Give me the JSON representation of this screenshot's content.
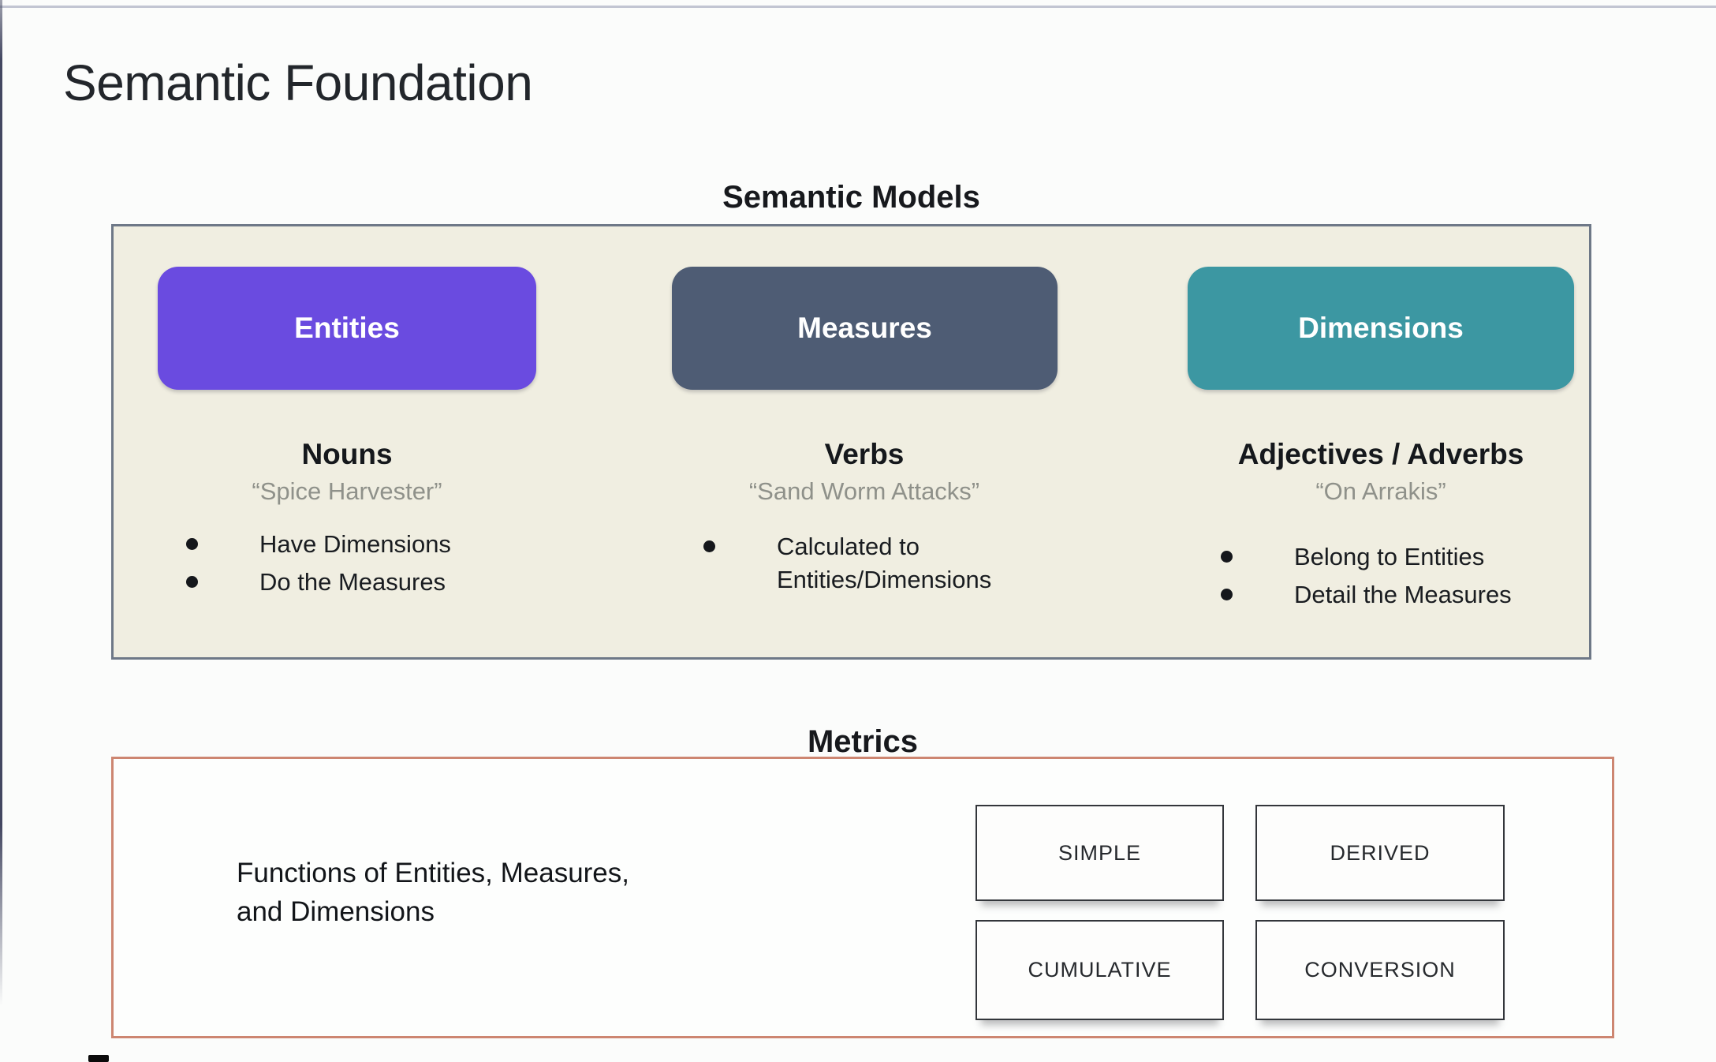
{
  "slide": {
    "title": "Semantic Foundation"
  },
  "semantic_models": {
    "heading": "Semantic Models",
    "columns": [
      {
        "label": "Entities",
        "part_of_speech": "Nouns",
        "quote": "“Spice Harvester”",
        "bullets": [
          "Have Dimensions",
          "Do the Measures"
        ],
        "color": "#6a4be0"
      },
      {
        "label": "Measures",
        "part_of_speech": "Verbs",
        "quote": "“Sand Worm Attacks”",
        "bullets": [
          "Calculated to Entities/Dimensions"
        ],
        "color": "#4e5c74"
      },
      {
        "label": "Dimensions",
        "part_of_speech": "Adjectives / Adverbs",
        "quote": "“On Arrakis”",
        "bullets": [
          "Belong to Entities",
          "Detail the Measures"
        ],
        "color": "#3c97a2"
      }
    ]
  },
  "metrics": {
    "heading": "Metrics",
    "description_lines": [
      "Functions of Entities, Measures,",
      "and Dimensions"
    ],
    "types": [
      "SIMPLE",
      "DERIVED",
      "CUMULATIVE",
      "CONVERSION"
    ]
  },
  "colors": {
    "entities_pill": "#6a4be0",
    "measures_pill": "#4e5c74",
    "dimensions_pill": "#3c97a2",
    "models_panel_bg": "#f0eee1",
    "models_panel_border": "#6e7887",
    "metrics_panel_border": "#cd8671",
    "quote_text": "#8f918a",
    "body_text": "#1b1e22"
  }
}
